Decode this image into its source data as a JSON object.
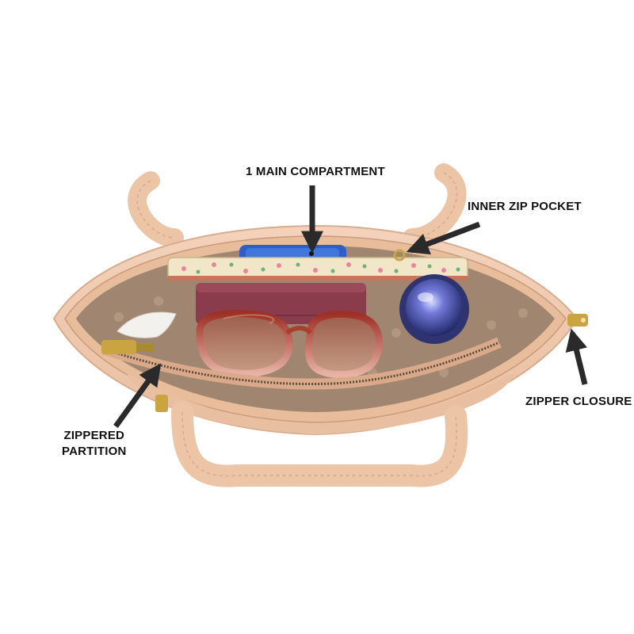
{
  "callouts": {
    "main_compartment": "1 MAIN COMPARTMENT",
    "inner_zip_pocket": "INNER ZIP POCKET",
    "zipper_closure": "ZIPPER CLOSURE",
    "zippered_partition": [
      "ZIPPERED",
      "PARTITION"
    ]
  },
  "colors": {
    "bag_exterior": "#f0c8ad",
    "handle": "#ecc4a6",
    "lining": "#a08670",
    "zipper_tape": "#e7bd9c",
    "hardware_gold": "#c9a440",
    "wallet": "#8a3c4c",
    "phone": "#2e5fc4",
    "sunglasses_frame": "#a7402f",
    "bottle": "#3a3f8a",
    "arrow": "#2a2a2a"
  }
}
